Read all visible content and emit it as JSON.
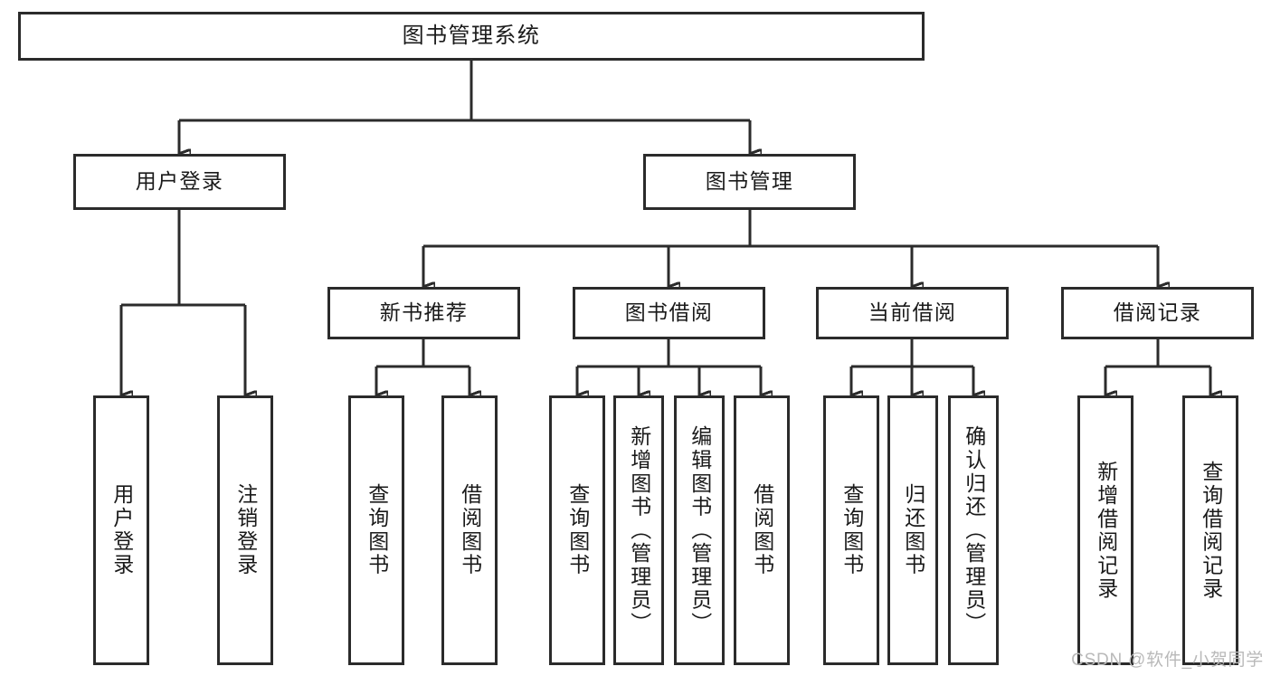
{
  "diagram": {
    "type": "tree-hierarchy-chart",
    "title": "图书管理系统",
    "accent_color": "#2b2b2b",
    "background_color": "#ffffff",
    "watermark": "CSDN @软件_小贺同学",
    "nodes": {
      "root": {
        "label": "图书管理系统"
      },
      "level2": [
        {
          "id": "user-login",
          "label": "用户登录"
        },
        {
          "id": "book-manage",
          "label": "图书管理"
        }
      ],
      "level3": [
        {
          "id": "new-book-recommend",
          "label": "新书推荐"
        },
        {
          "id": "book-borrow",
          "label": "图书借阅"
        },
        {
          "id": "current-borrow",
          "label": "当前借阅"
        },
        {
          "id": "borrow-record",
          "label": "借阅记录"
        }
      ],
      "leaves": {
        "user-login": [
          {
            "id": "leaf-user-login",
            "label": "用户登录"
          },
          {
            "id": "leaf-logout-login",
            "label": "注销登录"
          }
        ],
        "new-book-recommend": [
          {
            "id": "leaf-query-book-1",
            "label": "查询图书"
          },
          {
            "id": "leaf-borrow-book-1",
            "label": "借阅图书"
          }
        ],
        "book-borrow": [
          {
            "id": "leaf-query-book-2",
            "label": "查询图书"
          },
          {
            "id": "leaf-add-book",
            "label": "新增图书（管理员）"
          },
          {
            "id": "leaf-edit-book",
            "label": "编辑图书（管理员）"
          },
          {
            "id": "leaf-borrow-book-2",
            "label": "借阅图书"
          }
        ],
        "current-borrow": [
          {
            "id": "leaf-query-book-3",
            "label": "查询图书"
          },
          {
            "id": "leaf-return-book",
            "label": "归还图书"
          },
          {
            "id": "leaf-confirm-return",
            "label": "确认归还（管理员）"
          }
        ],
        "borrow-record": [
          {
            "id": "leaf-add-record",
            "label": "新增借阅记录"
          },
          {
            "id": "leaf-query-record",
            "label": "查询借阅记录"
          }
        ]
      }
    }
  }
}
